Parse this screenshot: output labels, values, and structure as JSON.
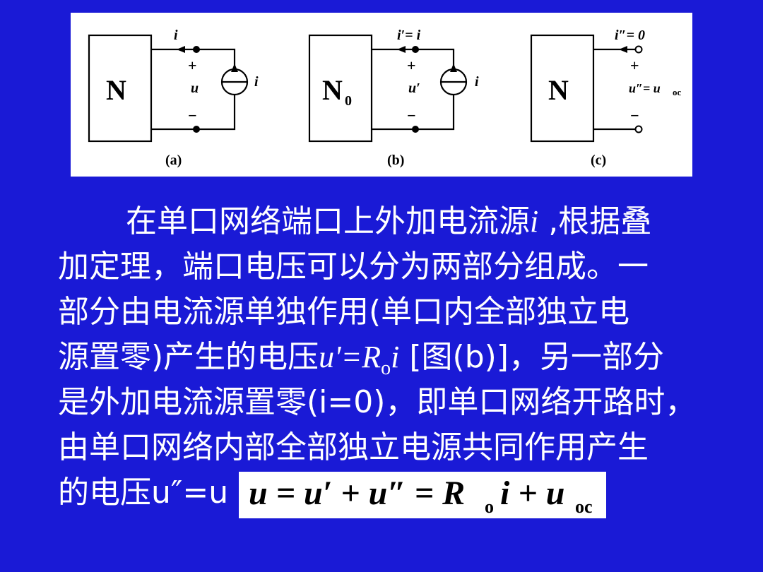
{
  "figure": {
    "a": {
      "box_label": "N",
      "current_top": "i",
      "plus": "+",
      "minus": "−",
      "voltage": "u",
      "source_label": "i",
      "caption": "(a)"
    },
    "b": {
      "box_label": "N",
      "box_sub": "0",
      "current_top": "i′= i",
      "plus": "+",
      "minus": "−",
      "voltage": "u′",
      "source_label": "i",
      "caption": "(b)"
    },
    "c": {
      "box_label": "N",
      "current_top": "i″= 0",
      "plus": "+",
      "minus": "−",
      "voltage": "u″= u",
      "voltage_sub": "oc",
      "caption": "(c)"
    }
  },
  "paragraph": {
    "line1_text": "在单口网络端口上外加电流源",
    "line1_var": "i",
    "line1_end": " ,根据叠",
    "line2": "加定理，端口电压可以分为两部分组成。一",
    "line3": "部分由电流源单独作用(单口内全部独立电",
    "line4_a": "源置零)产生的电压",
    "line4_math": "u'=R",
    "line4_sub": "o",
    "line4_var": "i",
    "line4_b": " [图(b)]，另一部分",
    "line5_a": "是外加电流源置零(i=0)，即单口网络开路时，",
    "line6": "由单口网络内部全部独立电源共同作用产生",
    "line7": "的电压u″=u  [图(c)]。由此得到"
  },
  "formula": {
    "text": "u = u′ + u″ = R",
    "sub_o": "o",
    "mid": "i + u",
    "sub_oc": "oc"
  }
}
